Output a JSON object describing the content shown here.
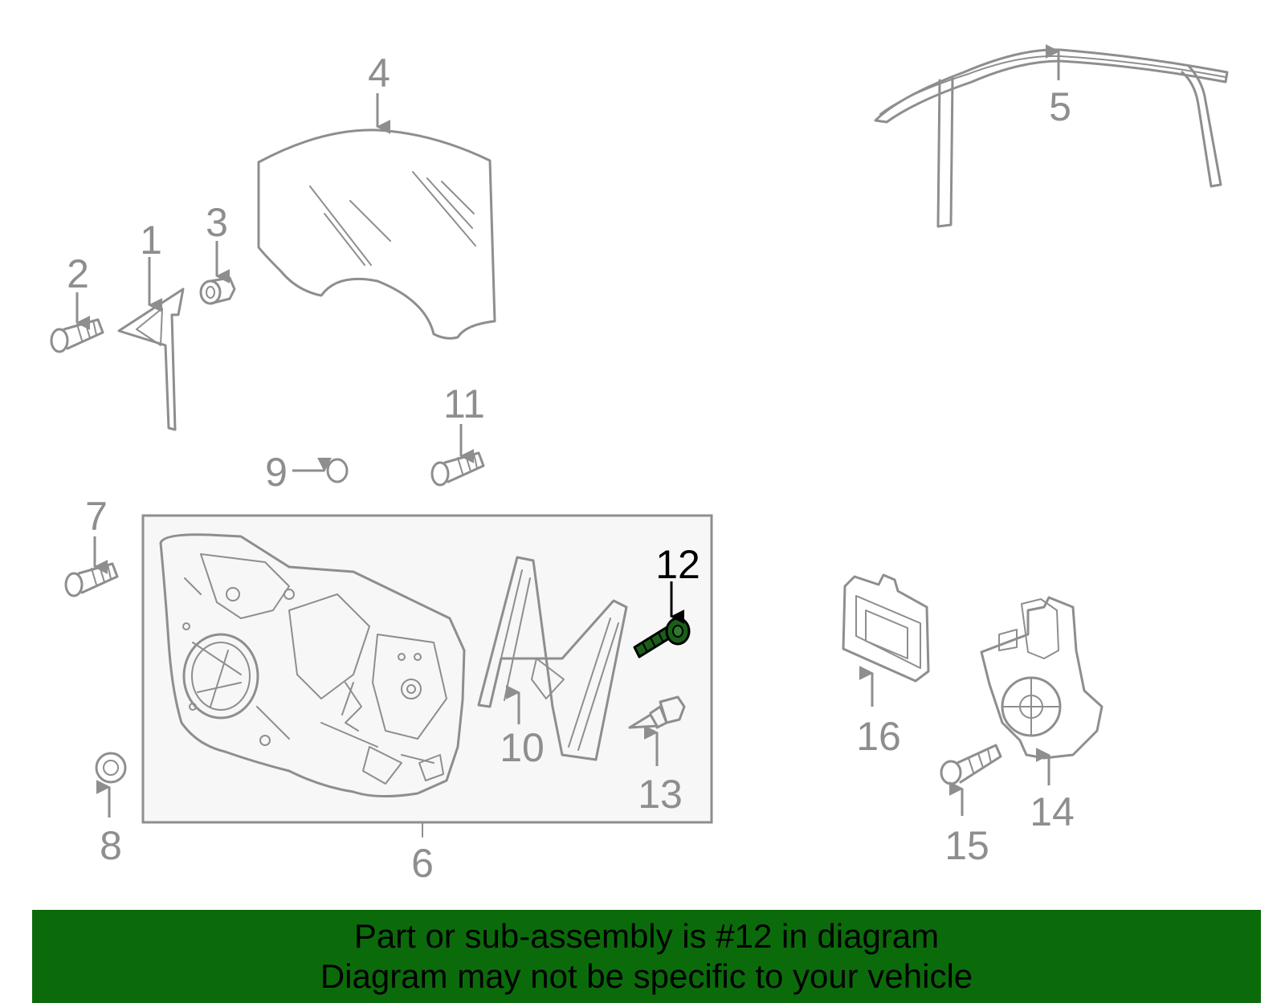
{
  "callouts": {
    "c1": "1",
    "c2": "2",
    "c3": "3",
    "c4": "4",
    "c5": "5",
    "c6": "6",
    "c7": "7",
    "c8": "8",
    "c9": "9",
    "c10": "10",
    "c11": "11",
    "c12": "12",
    "c13": "13",
    "c14": "14",
    "c15": "15",
    "c16": "16"
  },
  "highlight": {
    "callout": "12",
    "color": "#1a5e1a"
  },
  "footer": {
    "line1": "Part or sub-assembly is #12 in diagram",
    "line2": "Diagram may not be specific to your vehicle",
    "background": "#0b6b0b"
  },
  "colors": {
    "part_stroke": "#8e8e8e",
    "box_fill": "#f7f7f7",
    "text_gray": "#8e8e8e"
  }
}
